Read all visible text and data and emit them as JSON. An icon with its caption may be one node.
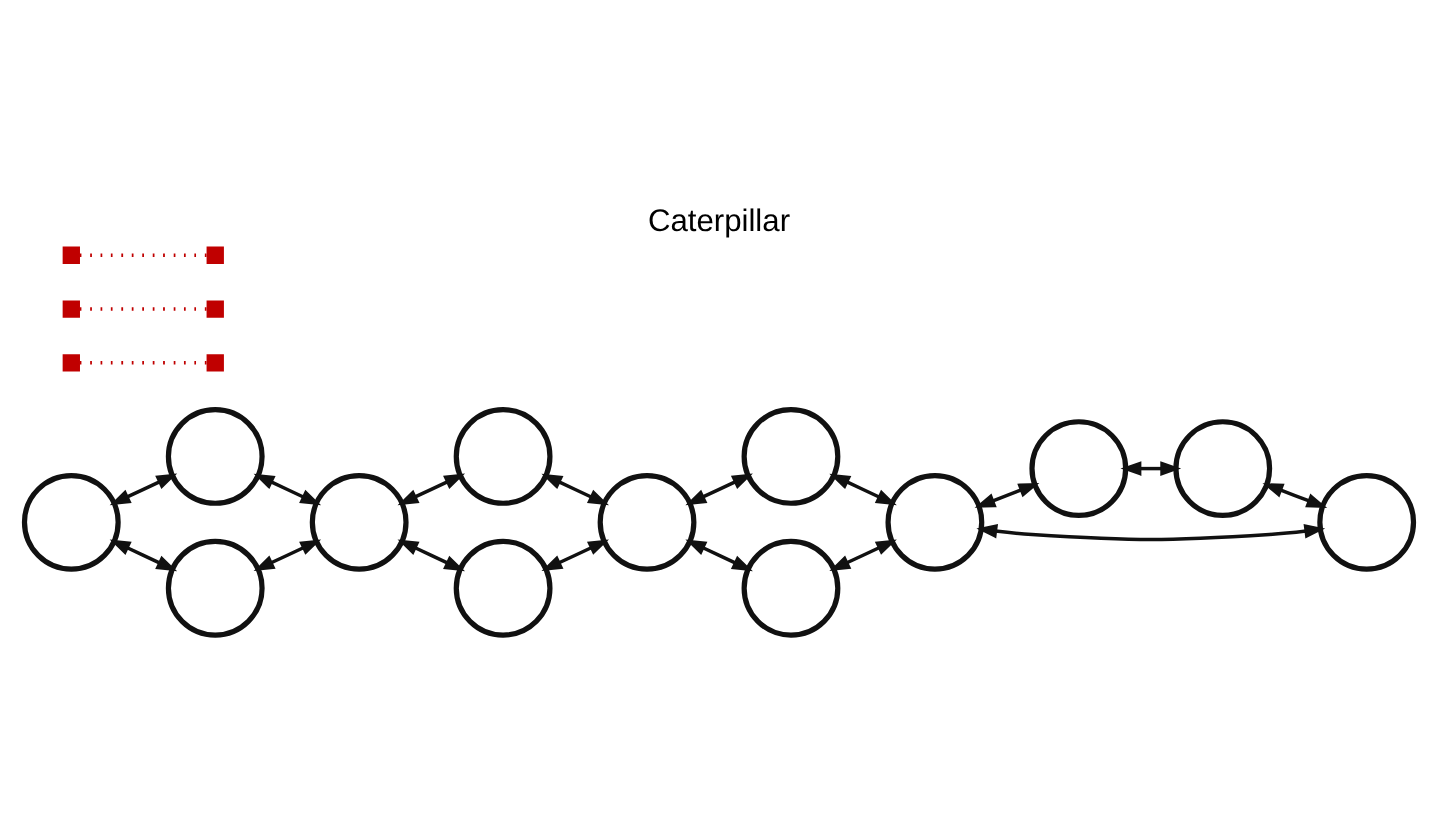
{
  "diagram": {
    "title": "Caterpillar",
    "nodes": [
      {
        "text": [],
        "shape": "circle"
      },
      {
        "text": [],
        "shape": "circle"
      },
      {
        "text": [],
        "shape": "circle"
      },
      {
        "text": [],
        "shape": "circle"
      },
      {
        "text": [],
        "shape": "circle"
      },
      {
        "text": [],
        "shape": "circle"
      },
      {
        "text": [],
        "shape": "circle"
      },
      {
        "text": [],
        "shape": "circle"
      },
      {
        "text": [],
        "shape": "circle"
      },
      {
        "text": [],
        "shape": "circle"
      },
      {
        "text": [],
        "shape": "circle"
      },
      {
        "text": [],
        "shape": "circle"
      },
      {
        "text": [],
        "shape": "circle"
      },
      {
        "text": [],
        "shape": "box"
      },
      {
        "text": [],
        "shape": "box"
      },
      {
        "text": [],
        "shape": "box"
      },
      {
        "text": [],
        "shape": "box"
      },
      {
        "text": [],
        "shape": "box"
      },
      {
        "text": [],
        "shape": "box"
      }
    ],
    "edges": [
      {
        "from": 1,
        "to": 0,
        "arrow": "both"
      },
      {
        "from": 1,
        "to": 2,
        "arrow": "both"
      },
      {
        "from": 0,
        "to": 3,
        "arrow": "both"
      },
      {
        "from": 3,
        "to": 4,
        "arrow": "both"
      },
      {
        "from": 2,
        "to": 3,
        "arrow": "both"
      },
      {
        "from": 3,
        "to": 5,
        "arrow": "both"
      },
      {
        "from": 4,
        "to": 6,
        "arrow": "both"
      },
      {
        "from": 6,
        "to": 7,
        "arrow": "both"
      },
      {
        "from": 5,
        "to": 6,
        "arrow": "both"
      },
      {
        "from": 6,
        "to": 8,
        "arrow": "both"
      },
      {
        "from": 7,
        "to": 9,
        "arrow": "both"
      },
      {
        "from": 9,
        "to": 10,
        "arrow": "both"
      },
      {
        "from": 8,
        "to": 9,
        "arrow": "both"
      },
      {
        "from": 9,
        "to": 12,
        "arrow": "both"
      },
      {
        "from": 10,
        "to": 11,
        "arrow": "both"
      },
      {
        "from": 11,
        "to": 12,
        "arrow": "both"
      },
      {
        "from": 13,
        "to": 14,
        "arrow": "none",
        "style": "dashed",
        "color": "#c00000"
      },
      {
        "from": 15,
        "to": 16,
        "arrow": "none",
        "style": "dashed",
        "color": "#c00000"
      },
      {
        "from": 17,
        "to": 18,
        "arrow": "none",
        "style": "dashed",
        "color": "#c00000"
      }
    ]
  }
}
